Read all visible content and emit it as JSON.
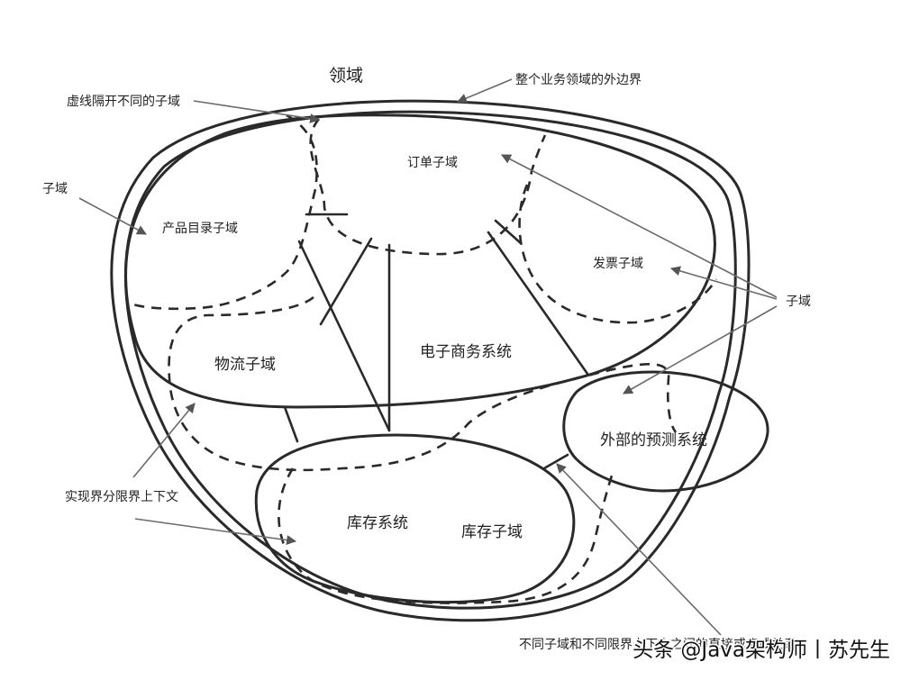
{
  "labels": {
    "domain": "领域",
    "domain_boundary": "整个业务领域的外边界",
    "dashed_note": "虚线隔开不同的子域",
    "subdomain_left": "子域",
    "product_catalog": "产品目录子域",
    "order": "订单子域",
    "invoice": "发票子域",
    "subdomain_right": "子域",
    "logistics": "物流子域",
    "ecommerce": "电子商务系统",
    "forecast": "外部的预测系统",
    "bounded_context_note": "实现界分限界上下文",
    "inventory_system": "库存系统",
    "inventory_subdomain": "库存子域",
    "bottom_note": "不同子域和不同限界上下文之间的直接或集成关系",
    "watermark": "头条 @Java架构师丨苏先生"
  },
  "colors": {
    "line": "#2a2a2a",
    "arrow": "#6a6a6a",
    "text": "#222222",
    "background": "#ffffff"
  }
}
